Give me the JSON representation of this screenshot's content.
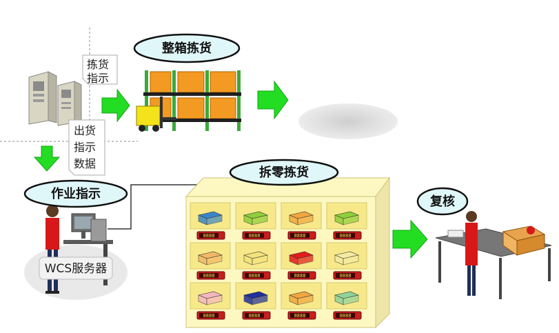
{
  "labels": {
    "full_case_picking": "整箱拣货",
    "picking_instruction_line1": "拣货",
    "picking_instruction_line2": "指示",
    "shipping_data_line1": "出货",
    "shipping_data_line2": "指示",
    "shipping_data_line3": "数据",
    "work_instruction": "作业指示",
    "piece_picking": "拆零拣货",
    "recheck": "复核",
    "wcs_server": "WCS服务器"
  },
  "shelf": {
    "display_text": "8888",
    "box_colors": [
      [
        "#3a86c8",
        "#8fcf3a",
        "#f2a640",
        "#8fcf3a"
      ],
      [
        "#f2b766",
        "#f2e27a",
        "#e21b1b",
        "#f5eba0"
      ],
      [
        "#f5b7c0",
        "#1f2f9c",
        "#f2a640",
        "#8fd39a"
      ]
    ]
  },
  "colors": {
    "arrow_green": "#22dd22",
    "oval_fill": "#e0f7f9",
    "shelf_cream": "#fdf8c2",
    "shelf_frame": "#d6c970",
    "display_red": "#c71e1e",
    "person_red": "#d81818"
  }
}
